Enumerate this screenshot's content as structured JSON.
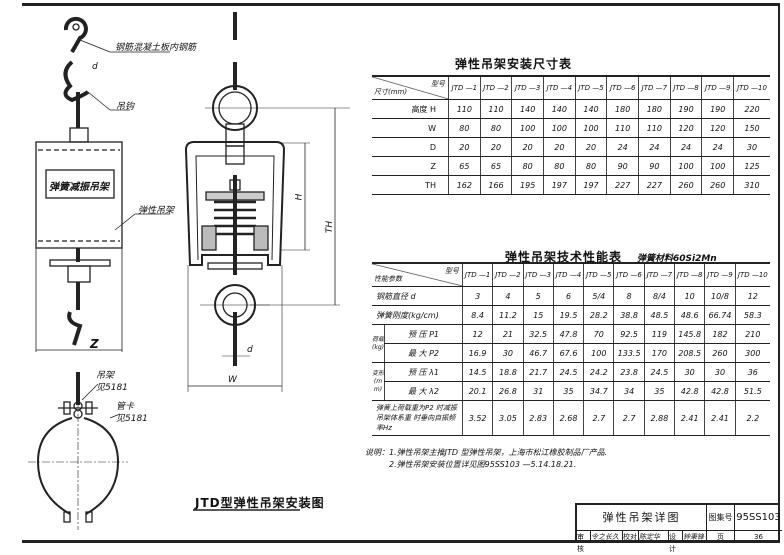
{
  "drawing": {
    "title": "JTD型弹性吊架安装图",
    "labels": {
      "rebar": "钢筋混凝土板内钢筋",
      "hook": "吊钩",
      "hanger_box": "弹簧减振吊架",
      "elastic_hanger": "弹性吊架",
      "hanger_ref_1": "吊架",
      "hanger_ref_2": "见5181",
      "clamp_ref_1": "管卡",
      "clamp_ref_2": "见5181",
      "dim_d": "d",
      "dim_d2": "d",
      "dim_z": "Z",
      "dim_h": "H",
      "dim_th": "TH",
      "dim_w": "W"
    }
  },
  "install_table": {
    "title": "弹性吊架安装尺寸表",
    "corner_top": "型号",
    "corner_bottom": "尺寸(mm)",
    "models": [
      "JTD —1",
      "JTD —2",
      "JTD —3",
      "JTD —4",
      "JTD —5",
      "JTD —6",
      "JTD —7",
      "JTD —8",
      "JTD —9",
      "JTD —10"
    ],
    "rows": [
      {
        "label": "高度  H",
        "values": [
          "110",
          "110",
          "140",
          "140",
          "140",
          "180",
          "180",
          "190",
          "190",
          "220"
        ]
      },
      {
        "label": "W",
        "values": [
          "80",
          "80",
          "100",
          "100",
          "100",
          "110",
          "110",
          "120",
          "120",
          "150"
        ]
      },
      {
        "label": "D",
        "values": [
          "20",
          "20",
          "20",
          "20",
          "20",
          "24",
          "24",
          "24",
          "24",
          "30"
        ]
      },
      {
        "label": "Z",
        "values": [
          "65",
          "65",
          "80",
          "80",
          "80",
          "90",
          "90",
          "100",
          "100",
          "125"
        ]
      },
      {
        "label": "TH",
        "values": [
          "162",
          "166",
          "195",
          "197",
          "197",
          "227",
          "227",
          "260",
          "260",
          "310"
        ]
      }
    ]
  },
  "perf_table": {
    "title": "弹性吊架技术性能表",
    "material": "弹簧材料60Si2Mn",
    "corner_top": "型号",
    "corner_bottom": "性能参数",
    "models": [
      "JTD —1",
      "JTD —2",
      "JTD —3",
      "JTD —4",
      "JTD —5",
      "JTD —6",
      "JTD —7",
      "JTD —8",
      "JTD —9",
      "JTD —10"
    ],
    "rows": [
      {
        "group": "",
        "label": "钢筋直径  d",
        "values": [
          "3",
          "4",
          "5",
          "6",
          "5/4",
          "8",
          "8/4",
          "10",
          "10/8",
          "12"
        ]
      },
      {
        "group": "",
        "label": "弹簧刚度(kg/cm)",
        "values": [
          "8.4",
          "11.2",
          "15",
          "19.5",
          "28.2",
          "38.8",
          "48.5",
          "48.6",
          "66.74",
          "58.3"
        ]
      },
      {
        "group": "荷载(kg)",
        "label": "预 压  P1",
        "values": [
          "12",
          "21",
          "32.5",
          "47.8",
          "70",
          "92.5",
          "119",
          "145.8",
          "182",
          "210"
        ]
      },
      {
        "group": "",
        "label": "最 大  P2",
        "values": [
          "16.9",
          "30",
          "46.7",
          "67.6",
          "100",
          "133.5",
          "170",
          "208.5",
          "260",
          "300"
        ]
      },
      {
        "group": "变形(mm)",
        "label": "预 压  λ1",
        "values": [
          "14.5",
          "18.8",
          "21.7",
          "24.5",
          "24.2",
          "23.8",
          "24.5",
          "30",
          "30",
          "36"
        ]
      },
      {
        "group": "",
        "label": "最 大  λ2",
        "values": [
          "20.1",
          "26.8",
          "31",
          "35",
          "34.7",
          "34",
          "35",
          "42.8",
          "42.8",
          "51.5"
        ]
      },
      {
        "group": "",
        "label": "弹簧上荷载重为P2 时减振吊架体系重 时垂向自振频率Hz",
        "values": [
          "3.52",
          "3.05",
          "2.83",
          "2.68",
          "2.7",
          "2.7",
          "2.88",
          "2.41",
          "2.41",
          "2.2"
        ]
      }
    ]
  },
  "notes": {
    "line1": "说明：1.弹性吊架主推JTD 型弹性吊架，上海市松江橡胶制品厂产品.",
    "line2": "2.弹性吊架安装位置详见图95SS103 —5.14.18.21."
  },
  "title_block": {
    "drawing_name": "弹性吊架详图",
    "atlas_label": "图集号",
    "atlas_no": "95SS103",
    "review": "审核",
    "review_sig": "令之长久",
    "check": "校对",
    "check_sig": "陈定华",
    "design": "设计",
    "design_sig": "钟秉锋",
    "page_label": "页",
    "page_no": "36"
  }
}
